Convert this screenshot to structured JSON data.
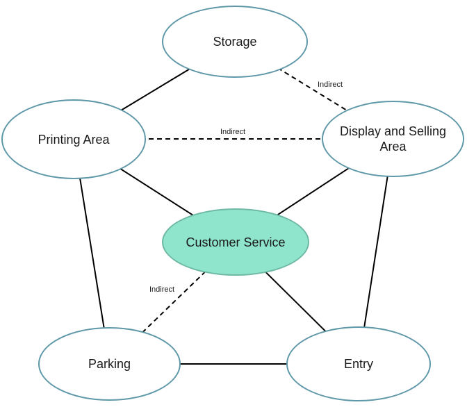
{
  "diagram": {
    "type": "bubble-relationship-diagram",
    "nodes": [
      {
        "id": "storage",
        "label": "Storage",
        "fill": "#ffffff"
      },
      {
        "id": "printing-area",
        "label": "Printing Area",
        "fill": "#ffffff"
      },
      {
        "id": "display-selling-area",
        "label": "Display and Selling Area",
        "fill": "#ffffff"
      },
      {
        "id": "customer-service",
        "label": "Customer Service",
        "fill": "#8fe5cc"
      },
      {
        "id": "parking",
        "label": "Parking",
        "fill": "#ffffff"
      },
      {
        "id": "entry",
        "label": "Entry",
        "fill": "#ffffff"
      }
    ],
    "edges": [
      {
        "from": "storage",
        "to": "printing-area",
        "style": "solid",
        "label": ""
      },
      {
        "from": "storage",
        "to": "display-selling-area",
        "style": "dashed",
        "label": "Indirect"
      },
      {
        "from": "printing-area",
        "to": "display-selling-area",
        "style": "dashed",
        "label": "Indirect"
      },
      {
        "from": "printing-area",
        "to": "customer-service",
        "style": "solid",
        "label": ""
      },
      {
        "from": "printing-area",
        "to": "parking",
        "style": "solid",
        "label": ""
      },
      {
        "from": "customer-service",
        "to": "display-selling-area",
        "style": "solid",
        "label": ""
      },
      {
        "from": "customer-service",
        "to": "entry",
        "style": "solid",
        "label": ""
      },
      {
        "from": "customer-service",
        "to": "parking",
        "style": "dashed",
        "label": "Indirect"
      },
      {
        "from": "parking",
        "to": "entry",
        "style": "solid",
        "label": ""
      },
      {
        "from": "display-selling-area",
        "to": "entry",
        "style": "solid",
        "label": ""
      }
    ],
    "colors": {
      "node_stroke": "#5f98a8",
      "highlight_fill": "#8fe5cc",
      "highlight_stroke": "#6fb9a4",
      "edge_color": "#000000",
      "text_color": "#1a1a1a",
      "background": "#ffffff"
    }
  }
}
